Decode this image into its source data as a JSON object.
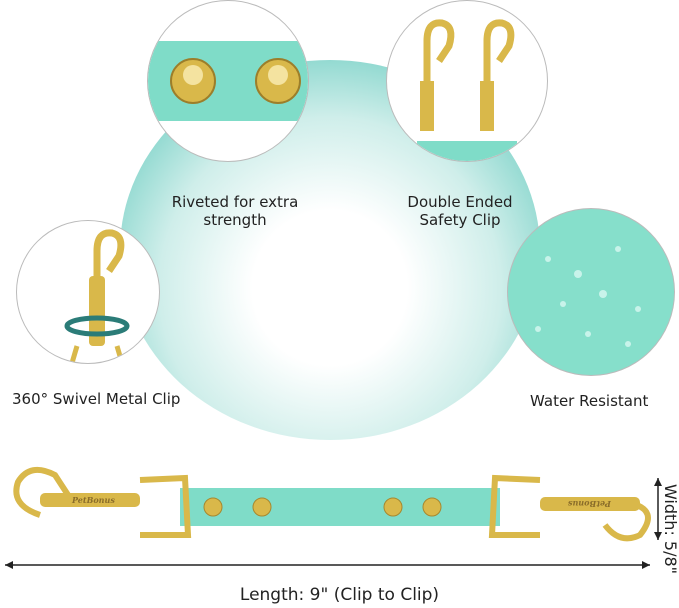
{
  "features": [
    {
      "label_line1": "Riveted for extra",
      "label_line2": "strength"
    },
    {
      "label_line1": "Double Ended",
      "label_line2": "Safety Clip"
    },
    {
      "label": "360° Swivel Metal Clip"
    },
    {
      "label": "Water Resistant"
    }
  ],
  "dimensions": {
    "length": "Length: 9\" (Clip to Clip)",
    "width": "Width: 5/8\""
  },
  "brand": "PetBonus",
  "colors": {
    "strap": "#7fdcc8",
    "gold": "#d9b84a",
    "glow": "#7fd3c9"
  }
}
